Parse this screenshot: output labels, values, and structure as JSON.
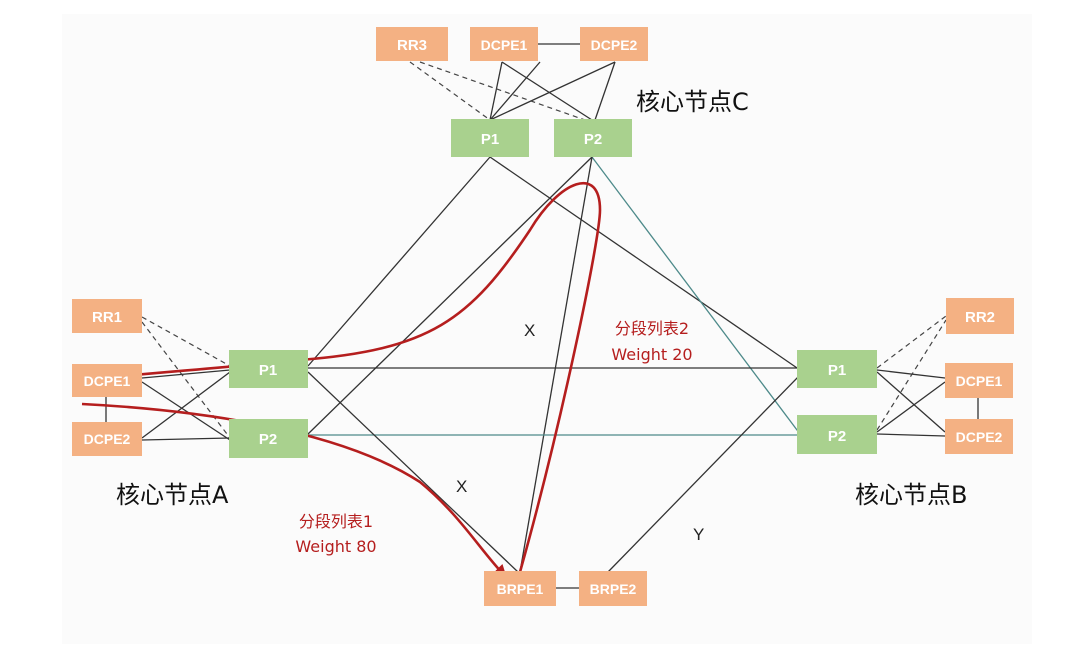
{
  "colors": {
    "dc_node": "#f4b183",
    "p_node": "#a9d18e",
    "path": "#b51e1e"
  },
  "nodes": {
    "rr3": "RR3",
    "c_dcpe1": "DCPE1",
    "c_dcpe2": "DCPE2",
    "c_p1": "P1",
    "c_p2": "P2",
    "a_rr1": "RR1",
    "a_dcpe1": "DCPE1",
    "a_dcpe2": "DCPE2",
    "a_p1": "P1",
    "a_p2": "P2",
    "b_rr2": "RR2",
    "b_dcpe1": "DCPE1",
    "b_dcpe2": "DCPE2",
    "b_p1": "P1",
    "b_p2": "P2",
    "brpe1": "BRPE1",
    "brpe2": "BRPE2"
  },
  "sites": {
    "core_a": "核心节点A",
    "core_b": "核心节点B",
    "core_c": "核心节点C"
  },
  "marks": {
    "x_upper": "X",
    "x_lower": "X",
    "y": "Y"
  },
  "segment_lists": {
    "list1_name": "分段列表1",
    "list1_weight": "Weight  80",
    "list2_name": "分段列表2",
    "list2_weight": "Weight 20"
  }
}
